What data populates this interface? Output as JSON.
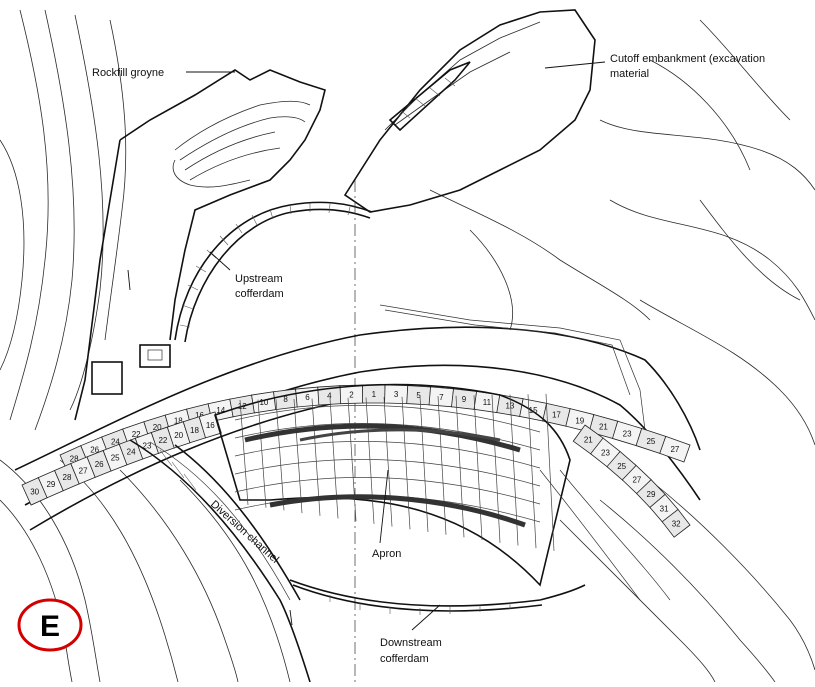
{
  "labels": {
    "rockfill_groyne": "Rockfill groyne",
    "cutoff_embankment_line1": "Cutoff embankment (excavation",
    "cutoff_embankment_line2": "material",
    "upstream_cofferdam_line1": "Upstream",
    "upstream_cofferdam_line2": "cofferdam",
    "apron": "Apron",
    "diversion_channel": "Diversion channel",
    "downstream_cofferdam_line1": "Downstream",
    "downstream_cofferdam_line2": "cofferdam"
  },
  "badge": {
    "letter": "E",
    "ring_color": "#d40000"
  },
  "dam_blocks": {
    "upper_row": [
      "28",
      "26",
      "24",
      "22",
      "20",
      "18",
      "16",
      "14",
      "12",
      "10",
      "8",
      "6",
      "4",
      "2",
      "1",
      "3",
      "5",
      "7",
      "9",
      "11",
      "13",
      "15",
      "17",
      "19",
      "21",
      "23",
      "25",
      "27"
    ],
    "lower_row": [
      "30",
      "29",
      "28",
      "27",
      "26",
      "25",
      "24",
      "23",
      "22",
      "20",
      "18",
      "16"
    ],
    "right_row": [
      "21",
      "23",
      "25",
      "27",
      "29",
      "31",
      "32"
    ]
  }
}
